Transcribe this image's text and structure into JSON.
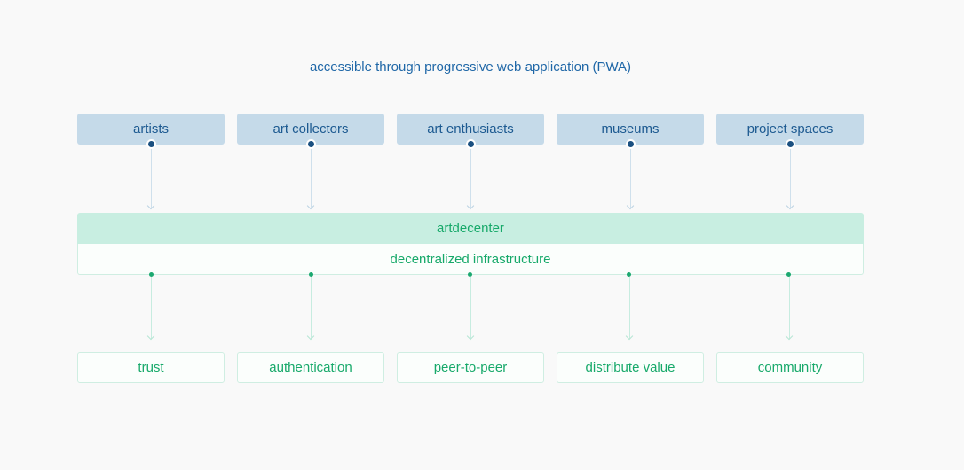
{
  "header": {
    "pwa_label": "accessible through progressive web application (PWA)"
  },
  "users": [
    "artists",
    "art collectors",
    "art enthusiasts",
    "museums",
    "project spaces"
  ],
  "platform": {
    "name": "artdecenter",
    "infrastructure": "decentralized infrastructure"
  },
  "features": [
    "trust",
    "authentication",
    "peer-to-peer",
    "distribute value",
    "community"
  ],
  "colors": {
    "background": "#f9f9f9",
    "user_box": "#c5dae9",
    "user_text": "#1d5a91",
    "core_box": "#c8eee1",
    "green_text": "#17a96a",
    "pwa_text": "#1f67a7"
  }
}
